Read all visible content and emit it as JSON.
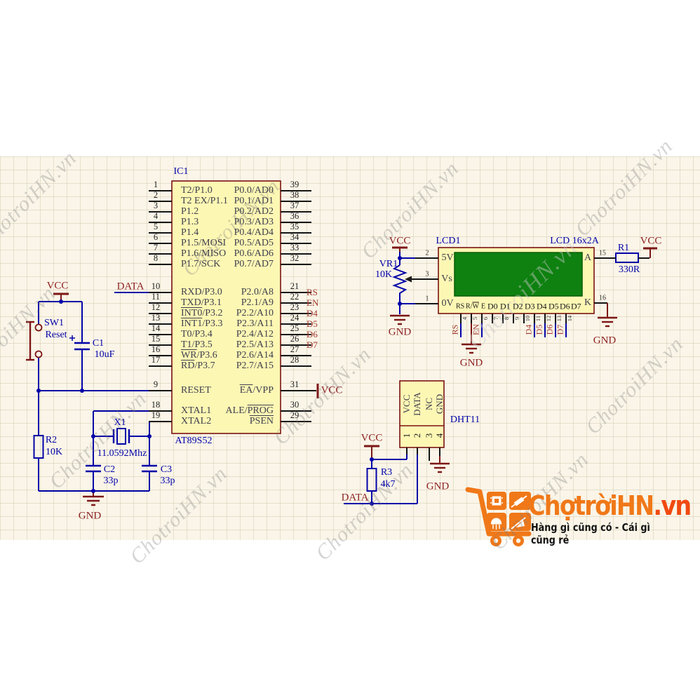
{
  "watermark": {
    "text": "ChotroiHN.vn"
  },
  "colors": {
    "wire_blue": "#0202a8",
    "power_red": "#7d1616",
    "net_red": "#a33a2e",
    "designator_blue": "#0202a8",
    "ic_fill": "#fdf7b4",
    "ic_border": "#7b1212",
    "screen_green": "#0e8110",
    "sheet_cream": "#faf5e8",
    "logo_orange": "#f07818",
    "logo_tld_red": "#f04a10"
  },
  "ic1": {
    "designator": "IC1",
    "part": "AT89S52",
    "groups": {
      "left_a": [
        {
          "num": "1",
          "pre": "T2/P1.0"
        },
        {
          "num": "2",
          "pre": "T2 EX/P1.1"
        },
        {
          "num": "3",
          "pre": "P1.2"
        },
        {
          "num": "4",
          "pre": "P1.3"
        },
        {
          "num": "5",
          "pre": "P1.4"
        },
        {
          "num": "6",
          "pre": "P1.5/MOSI"
        },
        {
          "num": "7",
          "pre": "P1.6/MISO"
        },
        {
          "num": "8",
          "pre": "P1.7/SCK"
        }
      ],
      "left_b": [
        {
          "num": "10",
          "pre": "RXD/P3.0"
        },
        {
          "num": "11",
          "pre": "TXD/P3.1"
        },
        {
          "num": "12",
          "ov": "INT0",
          "post": "/P3.2"
        },
        {
          "num": "13",
          "ov": "INT1",
          "post": "/P3.3"
        },
        {
          "num": "14",
          "pre": "T0/P3.4"
        },
        {
          "num": "15",
          "pre": "T1/P3.5"
        },
        {
          "num": "16",
          "ov": "WR",
          "post": "/P3.6"
        },
        {
          "num": "17",
          "ov": "RD",
          "post": "/P3.7"
        }
      ],
      "left_c": [
        {
          "num": "9",
          "pre": "RESET"
        }
      ],
      "left_d": [
        {
          "num": "18",
          "pre": "XTAL1"
        },
        {
          "num": "19",
          "pre": "XTAL2"
        }
      ],
      "right_a": [
        {
          "num": "39",
          "pre": "P0.0/AD0"
        },
        {
          "num": "38",
          "pre": "P0.1/AD1"
        },
        {
          "num": "37",
          "pre": "P0.2/AD2"
        },
        {
          "num": "36",
          "pre": "P0.3/AD3"
        },
        {
          "num": "35",
          "pre": "P0.4/AD4"
        },
        {
          "num": "34",
          "pre": "P0.5/AD5"
        },
        {
          "num": "33",
          "pre": "P0.6/AD6"
        },
        {
          "num": "32",
          "pre": "P0.7/AD7"
        }
      ],
      "right_b": [
        {
          "num": "21",
          "pre": "P2.0/A8",
          "net": "RS"
        },
        {
          "num": "22",
          "pre": "P2.1/A9",
          "net": "EN"
        },
        {
          "num": "23",
          "pre": "P2.2/A10",
          "net": "D4"
        },
        {
          "num": "24",
          "pre": "P2.3/A11",
          "net": "D5"
        },
        {
          "num": "25",
          "pre": "P2.4/A12",
          "net": "D6"
        },
        {
          "num": "26",
          "pre": "P2.5/A13",
          "net": "D7"
        },
        {
          "num": "27",
          "pre": "P2.6/A14"
        },
        {
          "num": "28",
          "pre": "P2.7/A15"
        }
      ],
      "right_c": [
        {
          "num": "31",
          "ov": "EA",
          "post": "/VPP"
        }
      ],
      "right_d": [
        {
          "num": "30",
          "pre": "ALE/",
          "ov": "PROG"
        },
        {
          "num": "29",
          "ov": "PSEN"
        }
      ]
    }
  },
  "lcd": {
    "designator": "LCD1",
    "part": "LCD 16x2A",
    "left_pins": [
      {
        "num": "2",
        "name": "5V"
      },
      {
        "num": "3",
        "name": "Vs"
      },
      {
        "num": "1",
        "name": "0V"
      }
    ],
    "right_pins": [
      {
        "num": "15",
        "name": "A"
      },
      {
        "num": "16",
        "name": "K"
      }
    ],
    "header": [
      {
        "pre": "RS"
      },
      {
        "pre": "R/",
        "ov": "W"
      },
      {
        "pre": "E"
      },
      {
        "pre": "D0"
      },
      {
        "pre": "D1"
      },
      {
        "pre": "D2"
      },
      {
        "pre": "D3"
      },
      {
        "pre": "D4"
      },
      {
        "pre": "D5"
      },
      {
        "pre": "D6"
      },
      {
        "pre": "D7"
      }
    ],
    "bottom_pins": [
      {
        "num": "4",
        "net": "RS"
      },
      {
        "num": "5"
      },
      {
        "num": "6",
        "net": "EN"
      },
      {
        "num": "7"
      },
      {
        "num": "8"
      },
      {
        "num": "9"
      },
      {
        "num": "10"
      },
      {
        "num": "11",
        "net": "D4"
      },
      {
        "num": "12",
        "net": "D5"
      },
      {
        "num": "13",
        "net": "D6"
      },
      {
        "num": "14",
        "net": "D7"
      }
    ]
  },
  "dht": {
    "designator": "DHT11",
    "pins": [
      {
        "num": "1",
        "name": "VCC"
      },
      {
        "num": "2",
        "name": "DATA"
      },
      {
        "num": "3",
        "name": "NC"
      },
      {
        "num": "4",
        "name": "GND"
      }
    ]
  },
  "components": {
    "vr1": {
      "ref": "VR1",
      "value": "10K"
    },
    "r1": {
      "ref": "R1",
      "value": "330R"
    },
    "r2": {
      "ref": "R2",
      "value": "10K"
    },
    "r3": {
      "ref": "R3",
      "value": "4k7"
    },
    "c1": {
      "ref": "C1",
      "value": "10uF"
    },
    "c2": {
      "ref": "C2",
      "value": "33p"
    },
    "c3": {
      "ref": "C3",
      "value": "33p"
    },
    "x1": {
      "ref": "X1",
      "value": "11.0592Mhz"
    },
    "sw1": {
      "ref": "SW1",
      "value": "Reset"
    }
  },
  "power": {
    "vcc": "VCC",
    "gnd": "GND",
    "data": "DATA"
  },
  "logo": {
    "brand": "ChợtrờiHN",
    "tld": ".vn",
    "tagline": "Hàng gì cũng có - Cái gì cũng rẻ"
  }
}
